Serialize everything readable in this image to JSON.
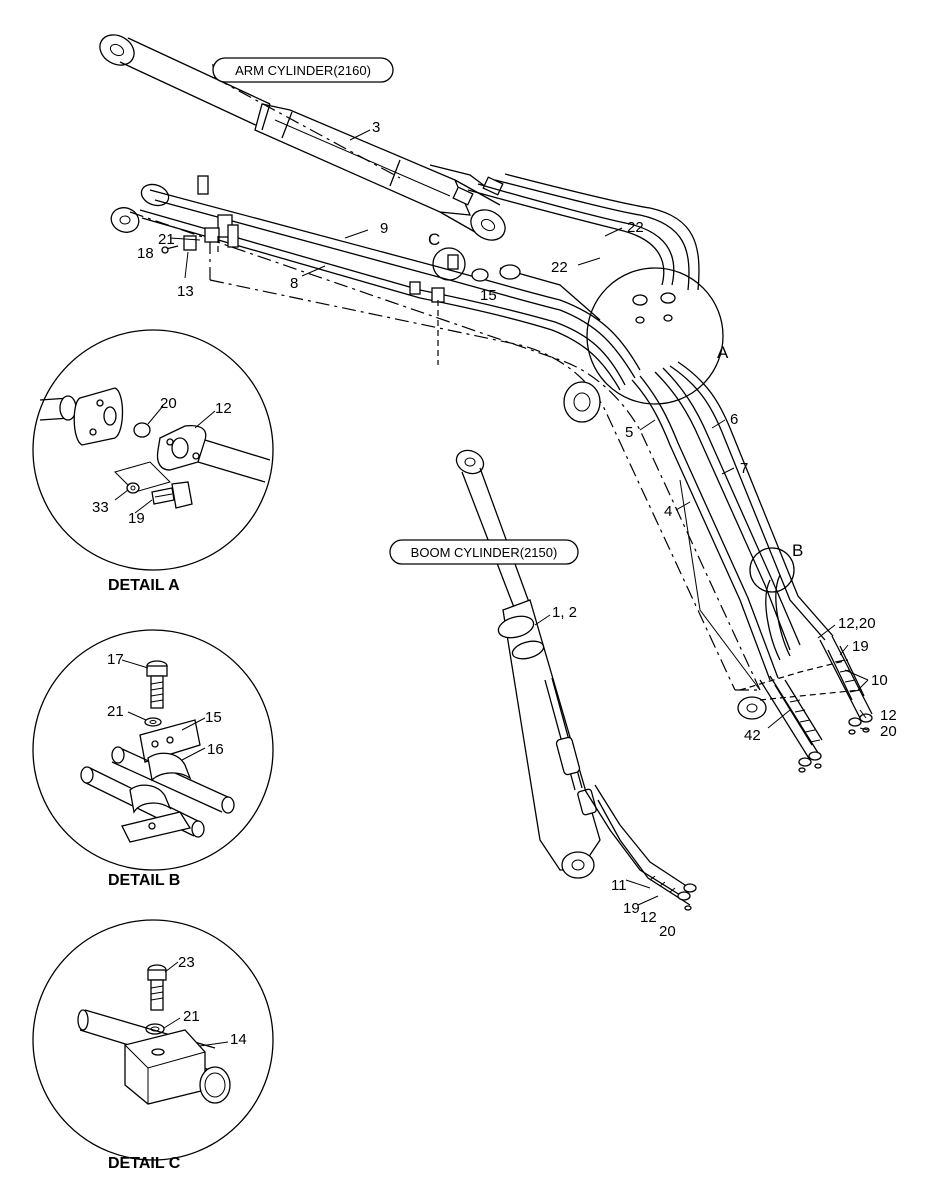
{
  "callouts": {
    "arm_cylinder": "ARM CYLINDER(2160)",
    "boom_cylinder": "BOOM CYLINDER(2150)"
  },
  "detail_titles": {
    "a": "DETAIL  A",
    "b": "DETAIL B",
    "c": "DETAIL C"
  },
  "circle_letters": {
    "a": "A",
    "b": "B",
    "c": "C"
  },
  "part_labels": {
    "p3": "3",
    "p22a": "22",
    "p22b": "22",
    "p9": "9",
    "p8": "8",
    "p21": "21",
    "p18": "18",
    "p13": "13",
    "p15": "15",
    "p5": "5",
    "p6": "6",
    "p7": "7",
    "p4": "4",
    "p1_2": "1, 2",
    "p12_20": "12,20",
    "p19": "19",
    "p10": "10",
    "p12": "12",
    "p20": "20",
    "p42": "42",
    "p11": "11",
    "p19b": "19",
    "p12b": "12",
    "p20b": "20"
  },
  "detail_a_labels": {
    "p20": "20",
    "p12": "12",
    "p33": "33",
    "p19": "19"
  },
  "detail_b_labels": {
    "p17": "17",
    "p21": "21",
    "p15": "15",
    "p16": "16"
  },
  "detail_c_labels": {
    "p23": "23",
    "p21": "21",
    "p14": "14"
  }
}
